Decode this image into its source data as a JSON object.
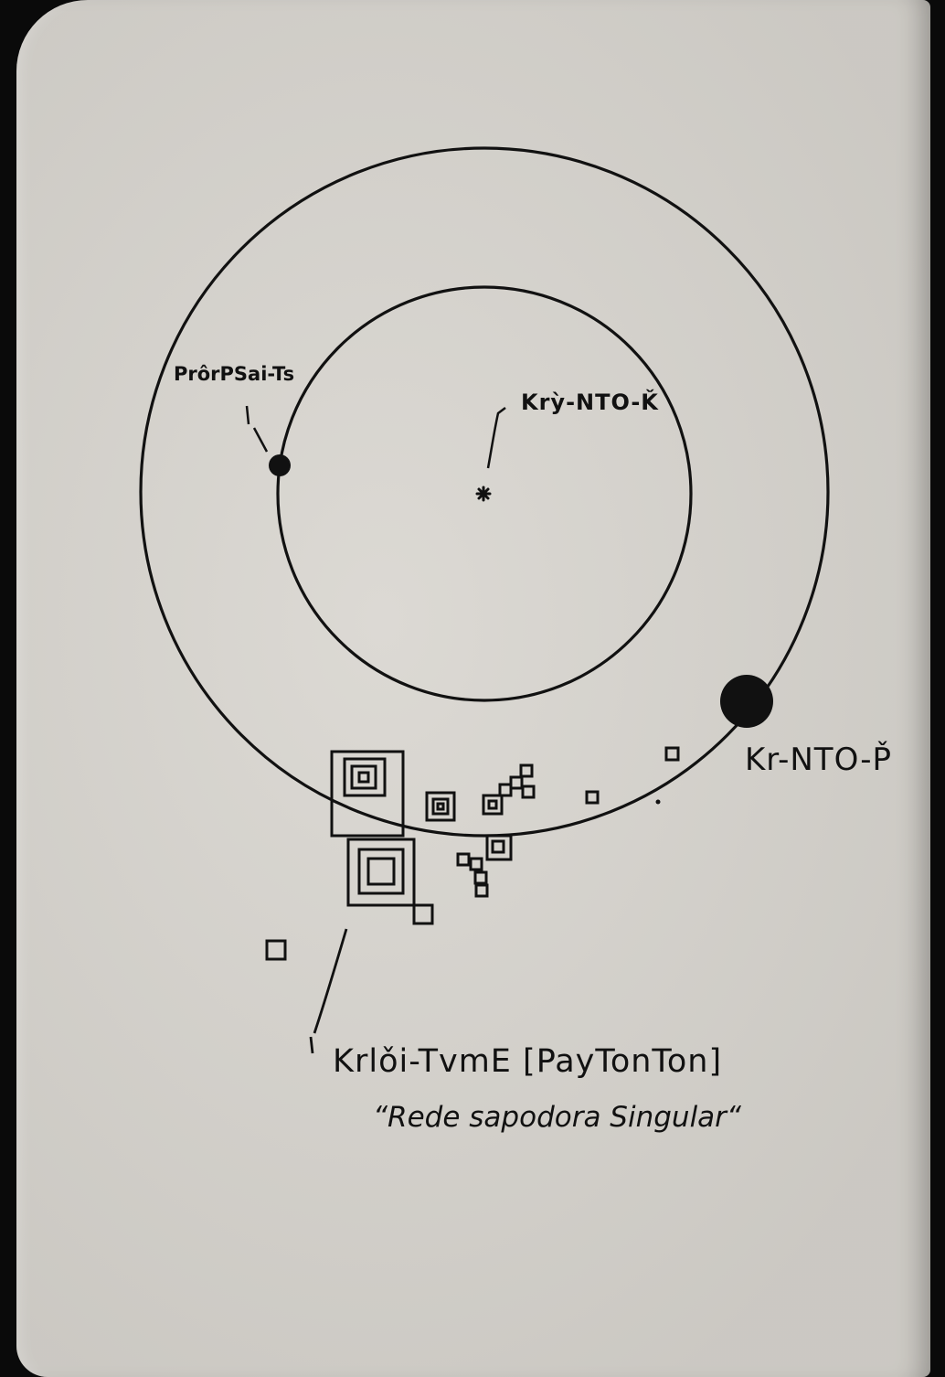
{
  "labels": {
    "center_star": "Krỳ-NTO-Ǩ",
    "inner_planet": "PrôrPSai-Ts",
    "outer_planet": "Kr-NTO-P̌",
    "cluster_title": "Krlǒi-TvmE [PayTonTon]",
    "cluster_subtitle": "“Rede sapodora Singular“"
  },
  "colors": {
    "paper": "#d8d5cf",
    "ink": "#111111",
    "background": "#0a0a0a"
  }
}
